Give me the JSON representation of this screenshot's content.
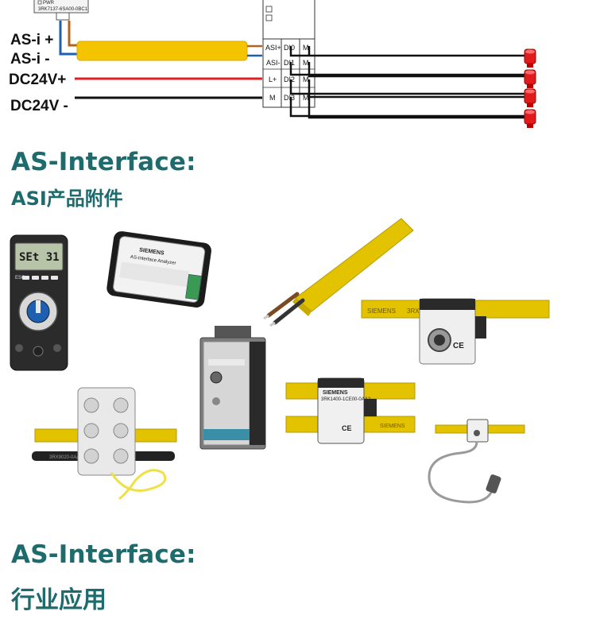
{
  "diagram": {
    "module_part_no": "3RK7137-6SA00-0BC1",
    "module_led": "PWR",
    "wire_labels": {
      "asi_plus": "AS-i +",
      "asi_minus": "AS-i -",
      "dc24_plus": "DC24V+",
      "dc24_minus": "DC24V -"
    },
    "terminals": {
      "left": [
        "ASI+",
        "ASI-",
        "L+",
        "M"
      ],
      "col2": [
        "DI0",
        "DI1",
        "DI2",
        "DI3"
      ],
      "col3": [
        "M",
        "M",
        "M",
        "M"
      ]
    }
  },
  "section1": {
    "title_en": "AS-Interface:",
    "title_cn": "ASI产品附件"
  },
  "products": {
    "meter_display": "SEt 31",
    "meter_key": "ESC",
    "brand": "SIEMENS",
    "analyzer_label": "AS-Interface Analyzer",
    "cable_print_1": "3RX9010",
    "cable_print_2": "3RX9020-0AA00",
    "module_print": "3RK1400-1CE00-0AA2"
  },
  "section2": {
    "title_en": "AS-Interface:",
    "title_cn": "行业应用"
  }
}
